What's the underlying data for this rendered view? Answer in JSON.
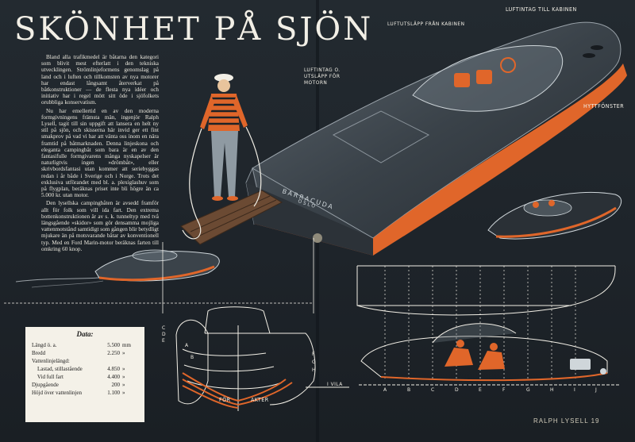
{
  "page": {
    "title": "SKÖNHET PÅ SJÖN"
  },
  "article": {
    "paragraphs": [
      "Bland alla trafikmedel är båtarna den kategori som blivit mest efterlatt i den tekniska utvecklingen. Strömlinjeformens genomslag på land och i luften och tillkomsten av nya motorer har endast långsamt återverkat på båtkonstruktioner — de flesta nya idéer och initiativ har i regel mött sitt öde i sjöfolkets orubbliga konservatism.",
      "Nu har emellertid en av den moderna formgivningens främsta män, ingenjör Ralph Lysell, tagit till sin uppgift att lansera en helt ny stil på sjön, och skisserna här invid ger ett fint smakprov på vad vi har att vänta oss inom en nära framtid på båtmarknaden. Denna linjeskona och eleganta campingbåt som bara är en av den fantasifulle formgivarens många nyskapelser är naturligtvis ingen »drömbåt», eller skrivbordsfantasi utan kommer att seriebyggas redan i år både i Sverige och i Norge. Trots det exklusiva utförandet med bl. a. plexiglashuv som på flygplan, beräknas priset inte bli högre än ca 5.000 kr. utan motor.",
      "Den lysellska campingbåten är avsedd framför allt för folk som vill ida fart. Den extrema bottenkonstruktionen är av s. k. tunneltyp med två längsgående »skidor» som gör densamma mojliga vattenmotstånd samtidigt som gången blir betydligt mjukare än på motsvarande båtar av konventionell typ. Med en Ford Marin-motor beräknas farten till omkring 60 knop."
    ]
  },
  "labels": {
    "luftslapp": "LUFTUTSLÄPP FRÅN KABINEN",
    "luftintag_kabinen": "LUFTINTAG TILL KABINEN",
    "luftintag_motorn": "LUFTINTAG O. UTSLÄPP FÖR MOTORN",
    "hyttfonster": "HYTTFÖNSTER",
    "for": "FÖR",
    "akter": "AKTER",
    "i_vila": "I VILA",
    "stern_name": "BARRACUDA",
    "stern_city": "OSLO",
    "station_letters": [
      "A",
      "B",
      "C",
      "D",
      "E",
      "F",
      "G",
      "H",
      "I",
      "J"
    ],
    "section_letters": [
      "C",
      "D",
      "E",
      "A",
      "B"
    ],
    "right_letters": [
      "F",
      "G",
      "H"
    ]
  },
  "data_box": {
    "heading": "Data:",
    "rows": [
      {
        "k": "Längd ö. a.",
        "v": "5.500",
        "u": "mm"
      },
      {
        "k": "Bredd",
        "v": "2.250",
        "u": "»"
      },
      {
        "k": "Vattenlinjelängd:",
        "v": "",
        "u": ""
      },
      {
        "k": "    Lastad, stillastående",
        "v": "4.850",
        "u": "»"
      },
      {
        "k": "    Vid full fart",
        "v": "4.400",
        "u": "»"
      },
      {
        "k": "Djupgående",
        "v": "200",
        "u": "»"
      },
      {
        "k": "Höjd över vattenlinjen",
        "v": "1.100",
        "u": "»"
      }
    ]
  },
  "signature": "RALPH LYSELL 19",
  "colors": {
    "background": "#1e242a",
    "accent_orange": "#e0662a",
    "hull_dark": "#2f363d",
    "line_white": "#f2efe6"
  }
}
